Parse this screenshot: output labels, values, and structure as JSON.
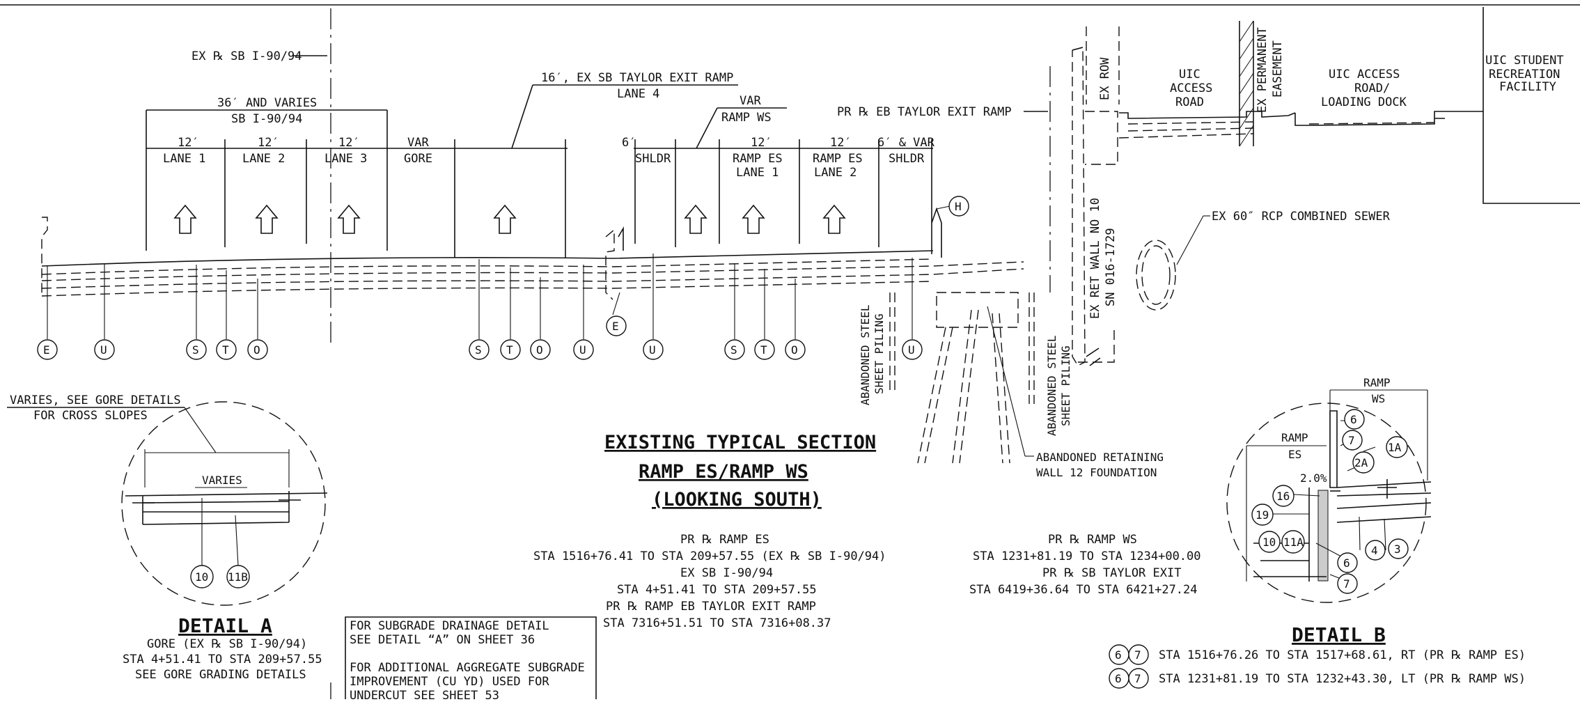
{
  "main_labels": {
    "ex_sb": "EX ℞ SB I-90/94",
    "dim_36_top": "36′ AND VARIES",
    "dim_36_bot": "SB I-90/94",
    "taylor_exit_top": "16′, EX SB TAYLOR EXIT RAMP",
    "taylor_exit_bot": "LANE 4",
    "var_top": "VAR",
    "var_bot": "RAMP WS",
    "pr_eb": "PR ℞ EB TAYLOR EXIT RAMP",
    "ex_row": "EX ROW",
    "uic_access_road": [
      "UIC",
      "ACCESS",
      "ROAD"
    ],
    "ex_permanent_easement": [
      "EX PERMANENT",
      "EASEMENT"
    ],
    "uic_access_loading": [
      "UIC ACCESS",
      "ROAD/",
      "LOADING DOCK"
    ],
    "uic_student": [
      "UIC STUDENT",
      "RECREATION",
      "FACILITY"
    ],
    "ex_ret_wall": [
      "EX RET WALL NO 10",
      "SN 016-1729"
    ],
    "sewer": "EX 60″ RCP COMBINED SEWER",
    "abandoned_piling": [
      "ABANDONED STEEL",
      "SHEET PILING"
    ],
    "abandoned_wall": [
      "ABANDONED RETAINING",
      "WALL 12 FOUNDATION"
    ]
  },
  "lanes": [
    {
      "width": "12′",
      "name": [
        "LANE 1"
      ]
    },
    {
      "width": "12′",
      "name": [
        "LANE 2"
      ]
    },
    {
      "width": "12′",
      "name": [
        "LANE 3"
      ]
    },
    {
      "width": "VAR",
      "name": [
        "GORE"
      ]
    },
    {
      "width": "6′",
      "name": [
        "SHLDR"
      ]
    },
    {
      "width": "12′",
      "name": [
        "RAMP ES",
        "LANE 1"
      ]
    },
    {
      "width": "12′",
      "name": [
        "RAMP ES",
        "LANE 2"
      ]
    },
    {
      "width": "6′ & VAR",
      "name": [
        "SHLDR"
      ]
    }
  ],
  "callouts": [
    "E",
    "U",
    "S",
    "T",
    "O",
    "S",
    "T",
    "O",
    "U",
    "E",
    "U",
    "S",
    "T",
    "O",
    "U",
    "H"
  ],
  "section_title": [
    "EXISTING TYPICAL SECTION",
    "RAMP ES/RAMP WS",
    "(LOOKING SOUTH)"
  ],
  "stations_left": [
    "PR ℞ RAMP ES",
    "STA 1516+76.41 TO STA 209+57.55 (EX ℞ SB I-90/94)",
    "EX SB I-90/94",
    "STA 4+51.41 TO STA 209+57.55",
    "PR ℞ RAMP EB TAYLOR EXIT RAMP",
    "STA 7316+51.51 TO STA 7316+08.37"
  ],
  "stations_right": [
    "PR ℞ RAMP WS",
    "STA 1231+81.19 TO STA 1234+00.00",
    "PR ℞ SB TAYLOR EXIT",
    "STA 6419+36.64 TO STA 6421+27.24"
  ],
  "detail_a": {
    "varies_note": [
      "VARIES, SEE GORE DETAILS",
      "FOR CROSS SLOPES"
    ],
    "varies": "VARIES",
    "callouts": [
      "10",
      "11B"
    ],
    "title": "DETAIL A",
    "lines": [
      "GORE (EX ℞ SB I-90/94)",
      "STA 4+51.41 TO STA 209+57.55",
      "SEE GORE GRADING DETAILS"
    ]
  },
  "notes": [
    "FOR SUBGRADE DRAINAGE DETAIL",
    "SEE DETAIL “A” ON SHEET 36",
    "",
    "FOR ADDITIONAL AGGREGATE SUBGRADE",
    "IMPROVEMENT (CU YD) USED FOR",
    "UNDERCUT SEE SHEET 53"
  ],
  "detail_b": {
    "ramp_ws": [
      "RAMP",
      "WS"
    ],
    "ramp_es": [
      "RAMP",
      "ES"
    ],
    "slope": "2.0%",
    "callouts": [
      "6",
      "7",
      "1A",
      "2A",
      "16",
      "19",
      "10",
      "11A",
      "6",
      "7",
      "4",
      "3"
    ],
    "title": "DETAIL B",
    "legend": [
      {
        "a": "6",
        "b": "7",
        "text": "STA 1516+76.26 TO STA 1517+68.61, RT (PR ℞ RAMP ES)"
      },
      {
        "a": "6",
        "b": "7",
        "text": "STA 1231+81.19 TO STA 1232+43.30, LT (PR ℞ RAMP WS)"
      }
    ]
  }
}
